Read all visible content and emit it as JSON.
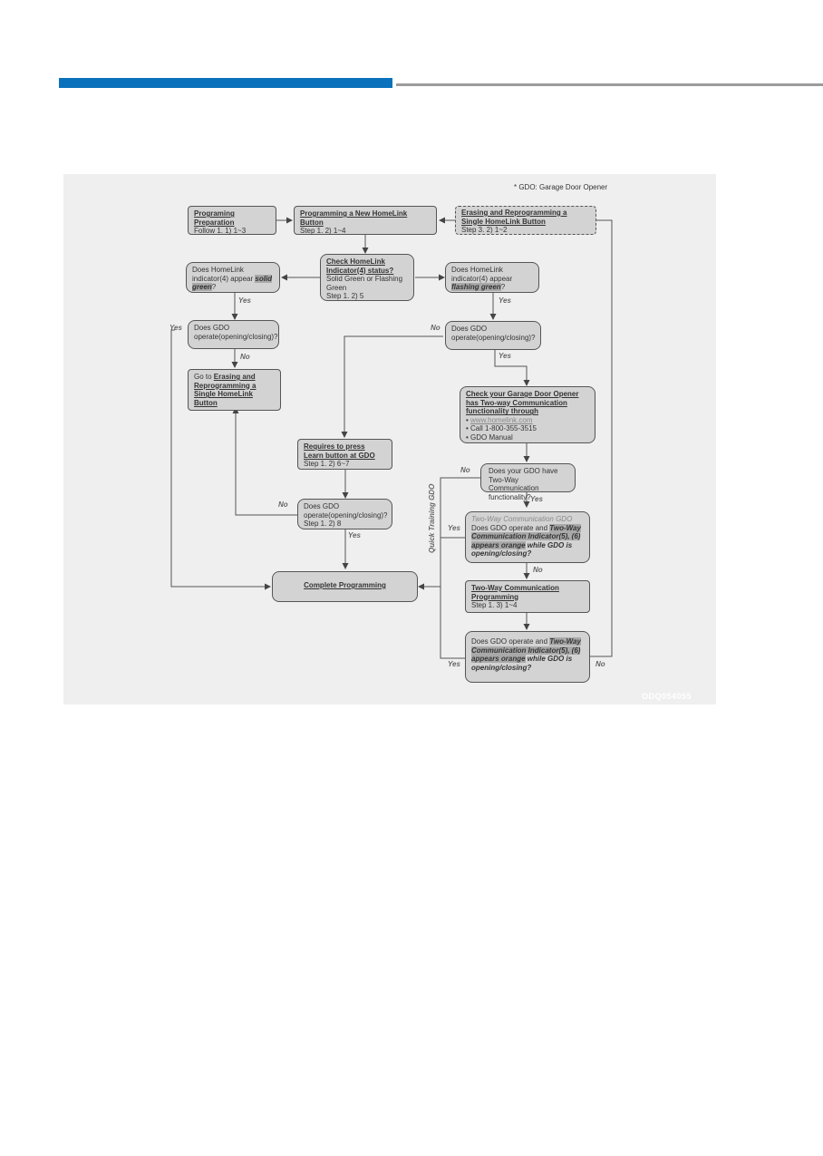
{
  "note": "* GDO: Garage Door Opener",
  "image_code": "ODQ054055",
  "boxes": {
    "prep": {
      "title": "Programing Preparation",
      "sub": "Follow 1. 1) 1~3"
    },
    "new": {
      "title": "Programming a New HomeLink Button",
      "sub": "Step 1. 2) 1~4"
    },
    "erase": {
      "title": "Erasing and Reprogramming a Single HomeLink Button",
      "sub": "Step 3. 2) 1~2"
    },
    "check": {
      "title": "Check HomeLink Indicator(4) status?",
      "sub": "Solid Green or Flashing Green",
      "step": "Step 1. 2) 5"
    },
    "solid": {
      "pre": "Does HomeLink indicator(4) appear ",
      "em": "solid green",
      "post": "?"
    },
    "flash": {
      "pre": "Does HomeLink indicator(4) appear ",
      "em": "flashing green",
      "post": "?"
    },
    "gdo_left": {
      "text": "Does GDO operate(opening/closing)?"
    },
    "gdo_right": {
      "text": "Does GDO operate(opening/closing)?"
    },
    "goto": {
      "pre": "Go to ",
      "link": "Erasing and Reprogramming a Single HomeLink Button"
    },
    "check_gdo": {
      "title": "Check your Garage Door Opener has Two-way Communication functionality through",
      "bullet1": "www.homelink.com",
      "bullet2": "Call 1-800-355-3515",
      "bullet3": "GDO Manual"
    },
    "learn": {
      "title": "Requires to press Learn button at GDO",
      "sub": "Step 1. 2) 6~7"
    },
    "twoway_q": {
      "text": "Does your GDO have Two-Way Communication functionality?"
    },
    "gdo_mid": {
      "text": "Does GDO operate(opening/closing)?",
      "step": "Step 1. 2) 8"
    },
    "twoway_gdo": {
      "head": "Two-Way Communication GDO",
      "pre": "Does GDO operate and ",
      "em1": "Two-Way Communication Indicator(5), (6) appears orange",
      "em2": " while GDO is opening/closing?"
    },
    "complete": {
      "title": "Complete Programming"
    },
    "twoway_prog": {
      "title": "Two-Way Communication Programming",
      "sub": "Step 1. 3) 1~4"
    },
    "final_q": {
      "pre": "Does GDO operate and ",
      "em1": "Two-Way Communication Indicator(5), (6) appears orange",
      "em2": " while GDO is opening/closing?"
    }
  },
  "labels": {
    "yes": "Yes",
    "no": "No",
    "quick": "Quick Training GDO"
  },
  "colors": {
    "accent": "#0a72bc",
    "box": "#d3d3d3",
    "panel": "#efefef",
    "line": "#555555"
  }
}
